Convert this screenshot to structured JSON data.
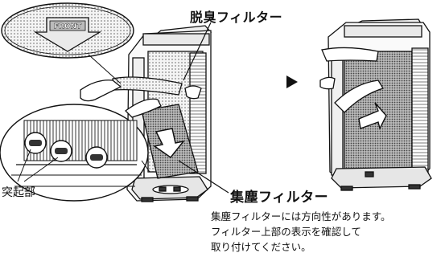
{
  "labels": {
    "deodorizing_filter": "脱臭フィルター",
    "dust_filter": "集塵フィルター",
    "protrusion": "突起部",
    "front_tag": "FRONT"
  },
  "note": {
    "lines": [
      "集塵フィルターには方向性があります。",
      "フィルター上部の表示を確認して",
      "取り付けてください。"
    ]
  }
}
